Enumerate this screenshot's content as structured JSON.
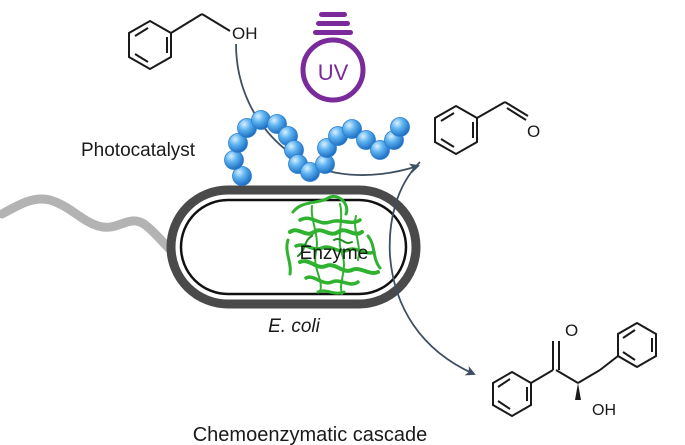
{
  "labels": {
    "photocatalyst": "Photocatalyst",
    "uv": "UV",
    "enzyme": "Enzyme",
    "organism": "E. coli",
    "caption": "Chemoenzymatic cascade"
  },
  "molecules": {
    "benzyl_alcohol_oh": "OH",
    "benzaldehyde_o": "O",
    "benzoin_o": "O",
    "benzoin_oh": "OH"
  },
  "colors": {
    "uv_bulb": "#7a2a9a",
    "photocatalyst_beads": "#4aa6ea",
    "enzyme": "#2fb22f",
    "cell_wall": "#3a3a3a",
    "flagellum": "#b0b0b0",
    "arrow": "#3f4f62"
  },
  "icons": {
    "bulb": "uv-lightbulb-icon",
    "beads": "photocatalyst-bead-chain",
    "protein": "enzyme-protein-structure"
  }
}
